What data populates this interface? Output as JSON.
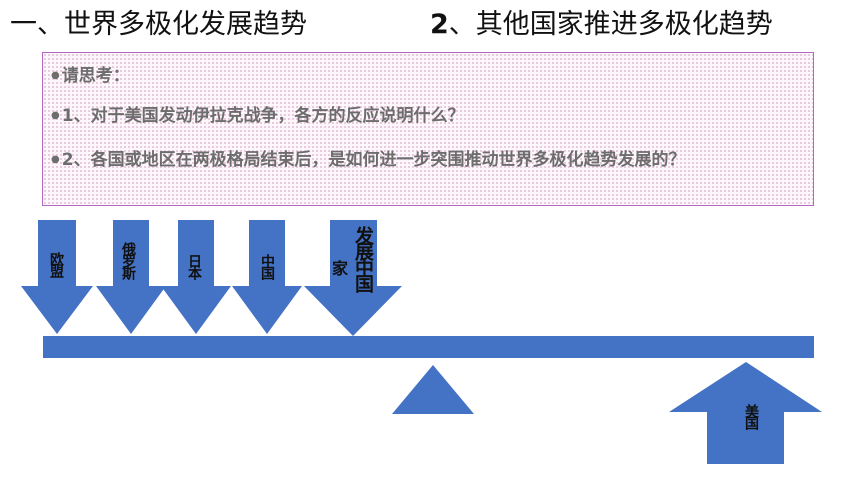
{
  "slide": {
    "title_left": "一、世界多极化发展趋势",
    "title_right_num": "2",
    "title_right_text": "、其他国家推进多极化趋势"
  },
  "think_box": {
    "bullet": "●",
    "line1": "请思考：",
    "line2": "1、对于美国发动伊拉克战争，各方的反应说明什么？",
    "line3": "2、各国或地区在两极格局结束后，是如何进一步突围推动世界多极化趋势发展的？"
  },
  "diagram": {
    "down_arrows": [
      {
        "label": "欧盟"
      },
      {
        "label": "俄罗斯"
      },
      {
        "label": "日本"
      },
      {
        "label": "中国"
      },
      {
        "label_col1": "家",
        "label_col2": "发展中国"
      }
    ],
    "up_arrow": {
      "label": "美国"
    },
    "colors": {
      "arrow": "#4472c4",
      "beam": "#4472c4"
    }
  }
}
